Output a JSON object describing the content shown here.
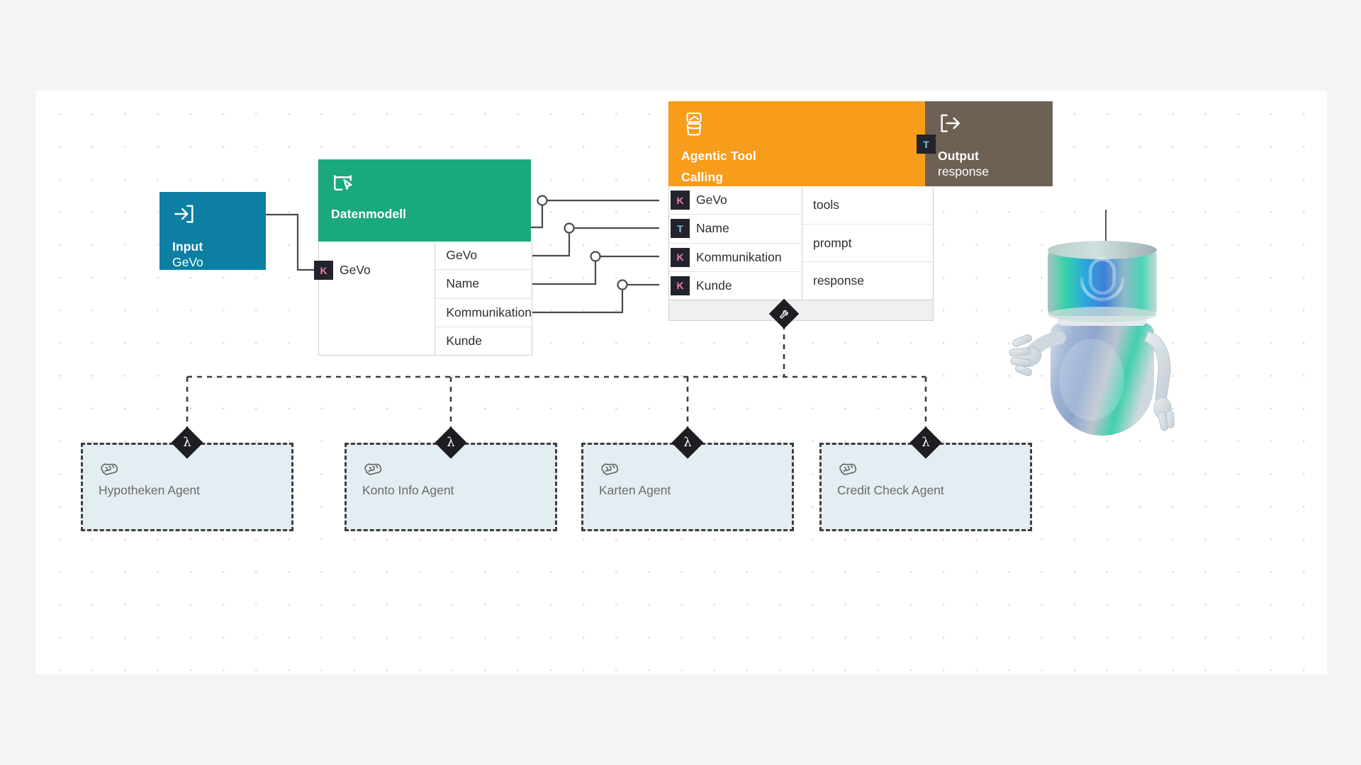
{
  "canvas": {
    "background": "#ffffff",
    "page_background": "#f4f4f4",
    "grid": "dot-grid"
  },
  "nodes": {
    "input": {
      "title": "Input",
      "subtitle": "GeVo",
      "color": "#0c7fa3",
      "icon": "login-arrow-icon"
    },
    "datenmodell": {
      "title": "Datenmodell",
      "color": "#1aa97f",
      "icon": "data-model-pointer-icon",
      "fields": [
        "GeVo",
        "Name",
        "Kommunikation",
        "Kunde"
      ]
    },
    "agentic_tool_calling": {
      "title_line1": "Agentic Tool",
      "title_line2": "Calling",
      "color": "#f89c1c",
      "icon": "agent-bot-icon",
      "inputs": [
        {
          "badge": "K",
          "badge_type": "key",
          "label": "GeVo"
        },
        {
          "badge": "T",
          "badge_type": "text",
          "label": "Name"
        },
        {
          "badge": "K",
          "badge_type": "key",
          "label": "Kommunikation"
        },
        {
          "badge": "K",
          "badge_type": "key",
          "label": "Kunde"
        }
      ],
      "outputs": [
        "tools",
        "prompt",
        "response"
      ],
      "tool_badge_icon": "wrench-icon"
    },
    "output": {
      "title": "Output",
      "subtitle": "response",
      "color": "#6d6154",
      "icon": "logout-arrow-icon",
      "badge": "T",
      "badge_type": "text"
    },
    "datenmodell_input_port": {
      "badge": "K",
      "badge_type": "key",
      "label": "GeVo"
    },
    "robot": {
      "icon": "robot-microphone-illustration"
    }
  },
  "agents": [
    {
      "label": "Hypotheken Agent",
      "badge": "λ",
      "icon": "brain-icon"
    },
    {
      "label": "Konto Info Agent",
      "badge": "λ",
      "icon": "brain-icon"
    },
    {
      "label": "Karten Agent",
      "badge": "λ",
      "icon": "brain-icon"
    },
    {
      "label": "Credit Check Agent",
      "badge": "λ",
      "icon": "brain-icon"
    }
  ],
  "colors": {
    "input": "#0c7fa3",
    "datenmodell": "#1aa97f",
    "agentic": "#f89c1c",
    "output": "#6d6154",
    "agent_fill": "#e4edf2",
    "badge_bg": "#23232b",
    "key_letter": "#f07ab0",
    "text_letter": "#7fc7e8",
    "connector": "#4a4a4a"
  }
}
